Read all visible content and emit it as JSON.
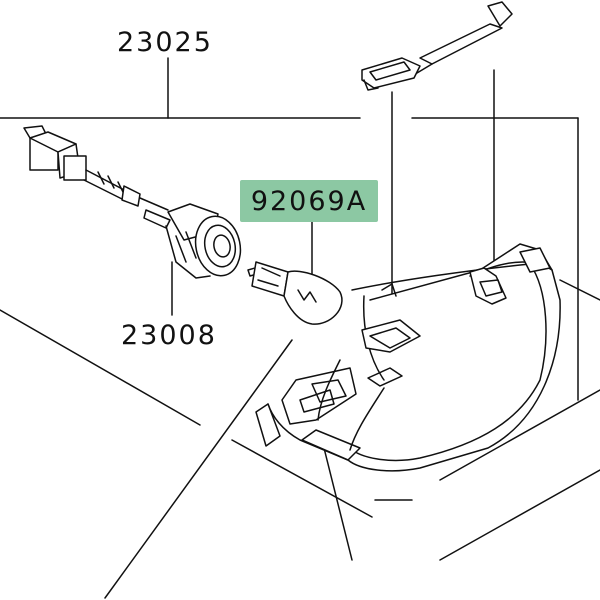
{
  "parts": {
    "harness": "23025",
    "socket": "23008",
    "bulb": "92069A"
  },
  "colors": {
    "line": "#111111",
    "highlight": "#8cc8a3",
    "background": "#ffffff"
  },
  "icons": [
    "connector-icon",
    "socket-icon",
    "bulb-icon",
    "bracket-icon",
    "turn-signal-lens-icon"
  ]
}
